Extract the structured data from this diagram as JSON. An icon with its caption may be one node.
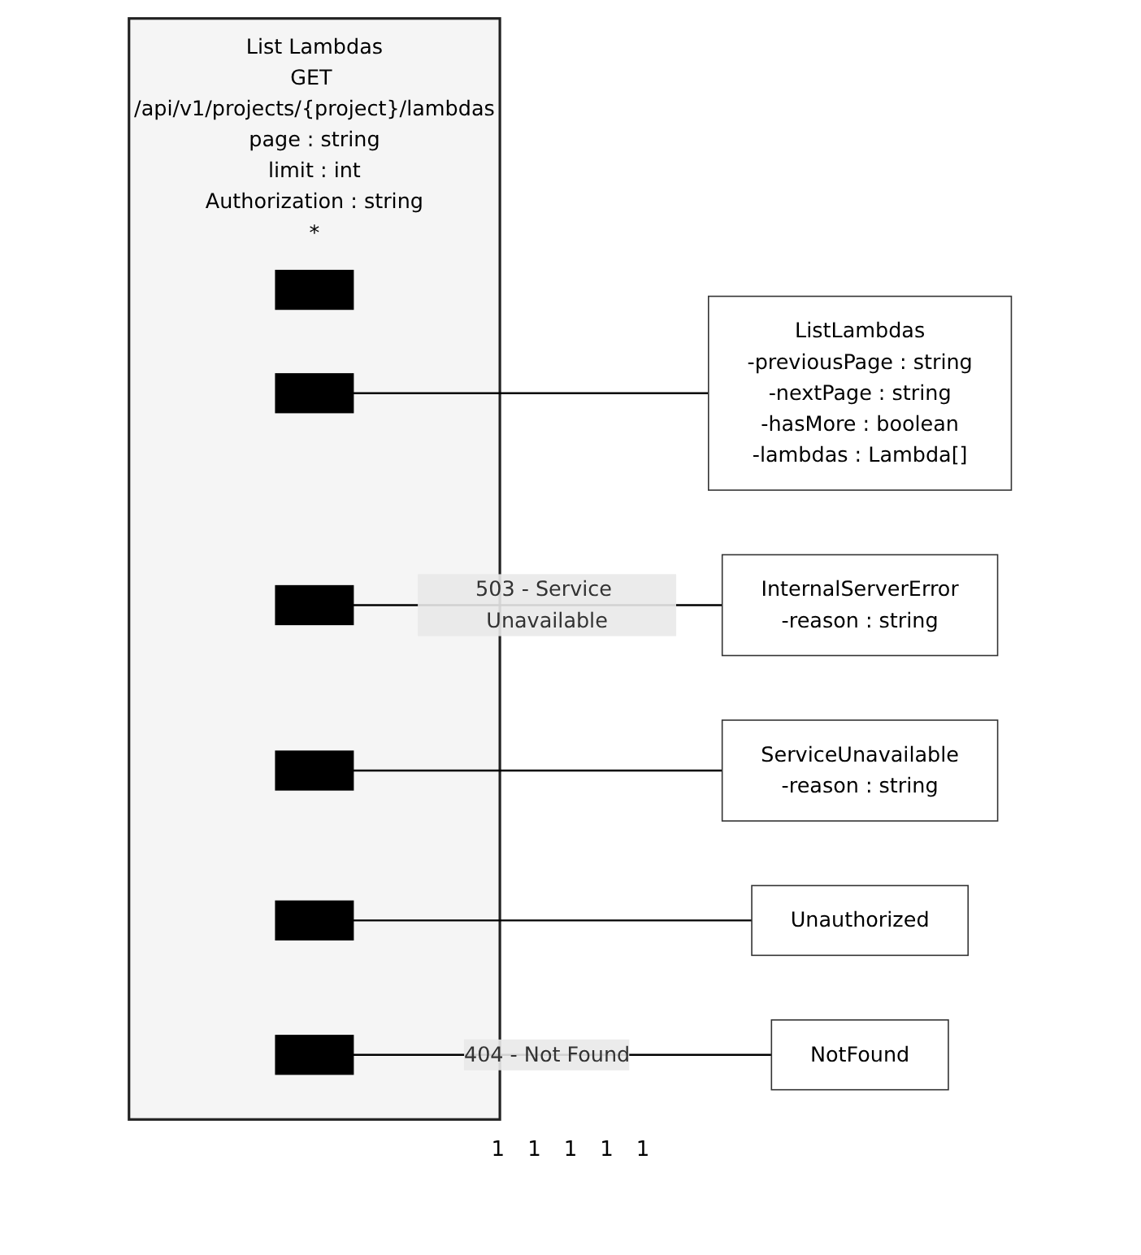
{
  "diagram": {
    "nodes": [
      {
        "text": [
          "List Lambdas",
          "GET /api/v1/projects/{project}/lambdas",
          "page : string",
          "limit : int",
          "Authorization : string",
          "*"
        ]
      },
      {
        "text": [],
        "shape": "box",
        "in": 0
      },
      {
        "text": [],
        "shape": "box",
        "in": 0
      },
      {
        "text": [],
        "shape": "box",
        "in": 0
      },
      {
        "text": [],
        "shape": "box",
        "in": 0
      },
      {
        "text": [],
        "shape": "box",
        "in": 0
      },
      {
        "text": [],
        "shape": "box",
        "in": 0
      },
      {
        "text": [
          "NotFound"
        ]
      },
      {
        "text": [
          "Unauthorized"
        ]
      },
      {
        "text": [
          "ServiceUnavailable",
          "-reason : string"
        ]
      },
      {
        "text": [
          "InternalServerError",
          "-reason : string"
        ]
      },
      {
        "text": [
          "ListLambdas",
          "-previousPage : string",
          "-nextPage : string",
          "-hasMore : boolean",
          "-lambdas : Lambda[]"
        ]
      }
    ],
    "edges": [
      {
        "from": 6,
        "to": 7,
        "arrow": "none",
        "label": "404 - Not Found"
      },
      {
        "from": 5,
        "to": 8,
        "arrow": "none"
      },
      {
        "from": 4,
        "to": 9,
        "arrow": "none"
      },
      {
        "from": 3,
        "to": 10,
        "arrow": "none",
        "label": "503 - Service Unavailable"
      },
      {
        "from": 2,
        "to": 11,
        "arrow": "none"
      }
    ],
    "labels": [
      "1",
      "1",
      "1",
      "1",
      "1"
    ]
  }
}
